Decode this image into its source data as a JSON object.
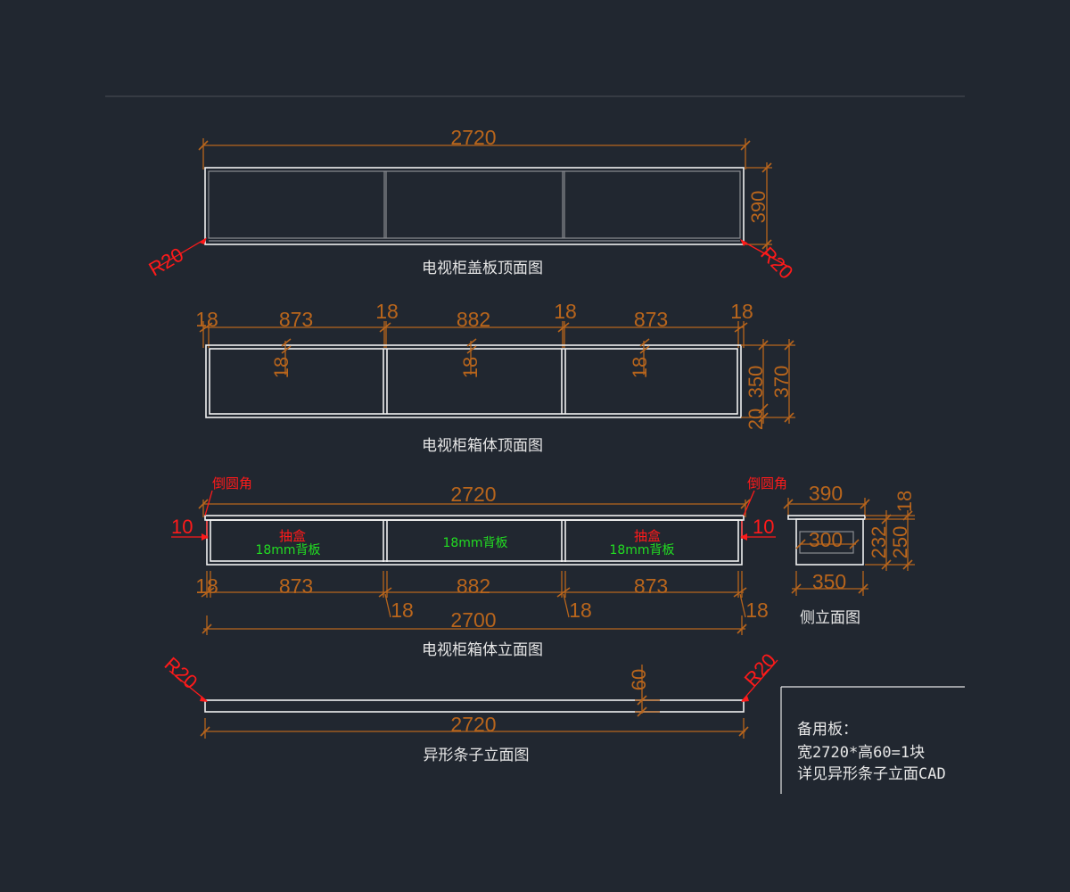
{
  "drawings": {
    "cover_top": {
      "caption": "电视柜盖板顶面图",
      "width_dim": "2720",
      "depth_dim": "390",
      "radius_left": "R20",
      "radius_right": "R20"
    },
    "box_top": {
      "caption": "电视柜箱体顶面图",
      "top_dims": [
        "18",
        "873",
        "18",
        "882",
        "18",
        "873",
        "18"
      ],
      "inner_dims": [
        "18",
        "18",
        "18"
      ],
      "right_dims": [
        "350",
        "20",
        "370"
      ]
    },
    "box_front": {
      "caption": "电视柜箱体立面图",
      "width_dim": "2720",
      "chamfer_left": "倒圆角",
      "chamfer_right": "倒圆角",
      "chamfer_left_val": "10",
      "chamfer_right_val": "10",
      "drawer_left": "抽盒",
      "drawer_right": "抽盒",
      "backboard_left": "18mm背板",
      "backboard_mid": "18mm背板",
      "backboard_right": "18mm背板",
      "bottom_dims": [
        "18",
        "873",
        "882",
        "873"
      ],
      "sub_dims": [
        "18",
        "18",
        "18"
      ],
      "total_dim": "2700"
    },
    "side_view": {
      "caption": "侧立面图",
      "top_dim": "390",
      "inner_dim": "300",
      "bottom_dim": "350",
      "right_dims": [
        "232",
        "250",
        "18"
      ]
    },
    "strip": {
      "caption": "异形条子立面图",
      "width_dim": "2720",
      "height_dim": "60",
      "radius_left": "R20",
      "radius_right": "R20"
    }
  },
  "note": {
    "line1": "备用板：",
    "line2": "宽2720*高60=1块",
    "line3": "详见异形条子立面CAD"
  }
}
